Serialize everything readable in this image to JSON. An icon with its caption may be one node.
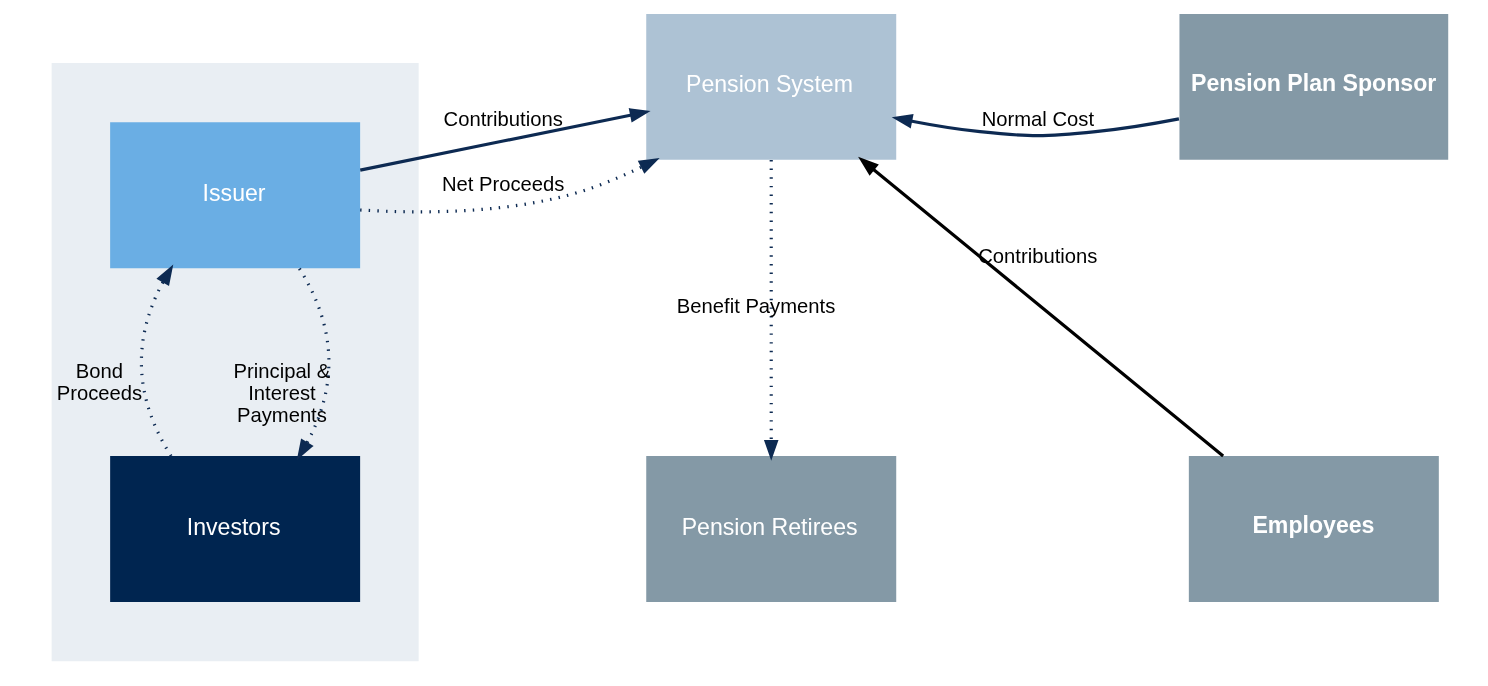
{
  "diagram": {
    "nodes": [
      {
        "text": [],
        "shape": "box"
      },
      {
        "text": [
          "Issuer"
        ],
        "in": 0
      },
      {
        "text": [
          "Pension System"
        ]
      },
      {
        "text": [
          "Pension Plan Sponsor"
        ]
      },
      {
        "text": [
          "Investors"
        ],
        "in": 0
      },
      {
        "text": [
          "Pension Retirees"
        ]
      },
      {
        "text": [
          "Employees"
        ]
      }
    ],
    "edges": [
      {
        "from": 1,
        "to": 2,
        "arrow": "to",
        "label": "Contributions"
      },
      {
        "from": 1,
        "to": 2,
        "arrow": "to",
        "label": "Net Proceeds",
        "style": "dashed"
      },
      {
        "from": 3,
        "to": 2,
        "arrow": "to",
        "label": "Normal Cost"
      },
      {
        "from": 6,
        "to": 2,
        "arrow": "to",
        "label": "Contributions",
        "color": "#000000"
      },
      {
        "from": 2,
        "to": 5,
        "arrow": "to",
        "label": "Benefit Payments",
        "style": "dashed"
      },
      {
        "from": 1,
        "to": 4,
        "arrow": "to",
        "label": "Principal & Interest Payments",
        "style": "dashed"
      },
      {
        "from": 4,
        "to": 1,
        "arrow": "to",
        "label": "Bond Proceeds",
        "style": "dashed"
      }
    ]
  }
}
